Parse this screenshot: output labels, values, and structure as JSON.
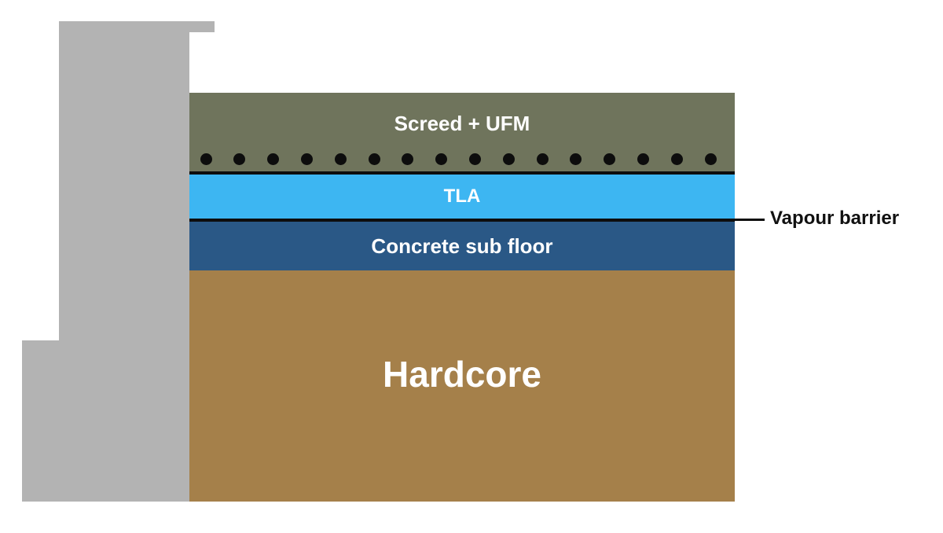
{
  "layers": {
    "screed": "Screed + UFM",
    "tla": "TLA",
    "concrete": "Concrete sub floor",
    "hardcore": "Hardcore"
  },
  "callouts": {
    "vapour_barrier": "Vapour barrier"
  },
  "colors": {
    "wall": "#b3b3b3",
    "screed": "#6f745c",
    "tla": "#3db6f2",
    "concrete": "#2a5886",
    "hardcore": "#a5804a",
    "line": "#0d0d0d"
  }
}
